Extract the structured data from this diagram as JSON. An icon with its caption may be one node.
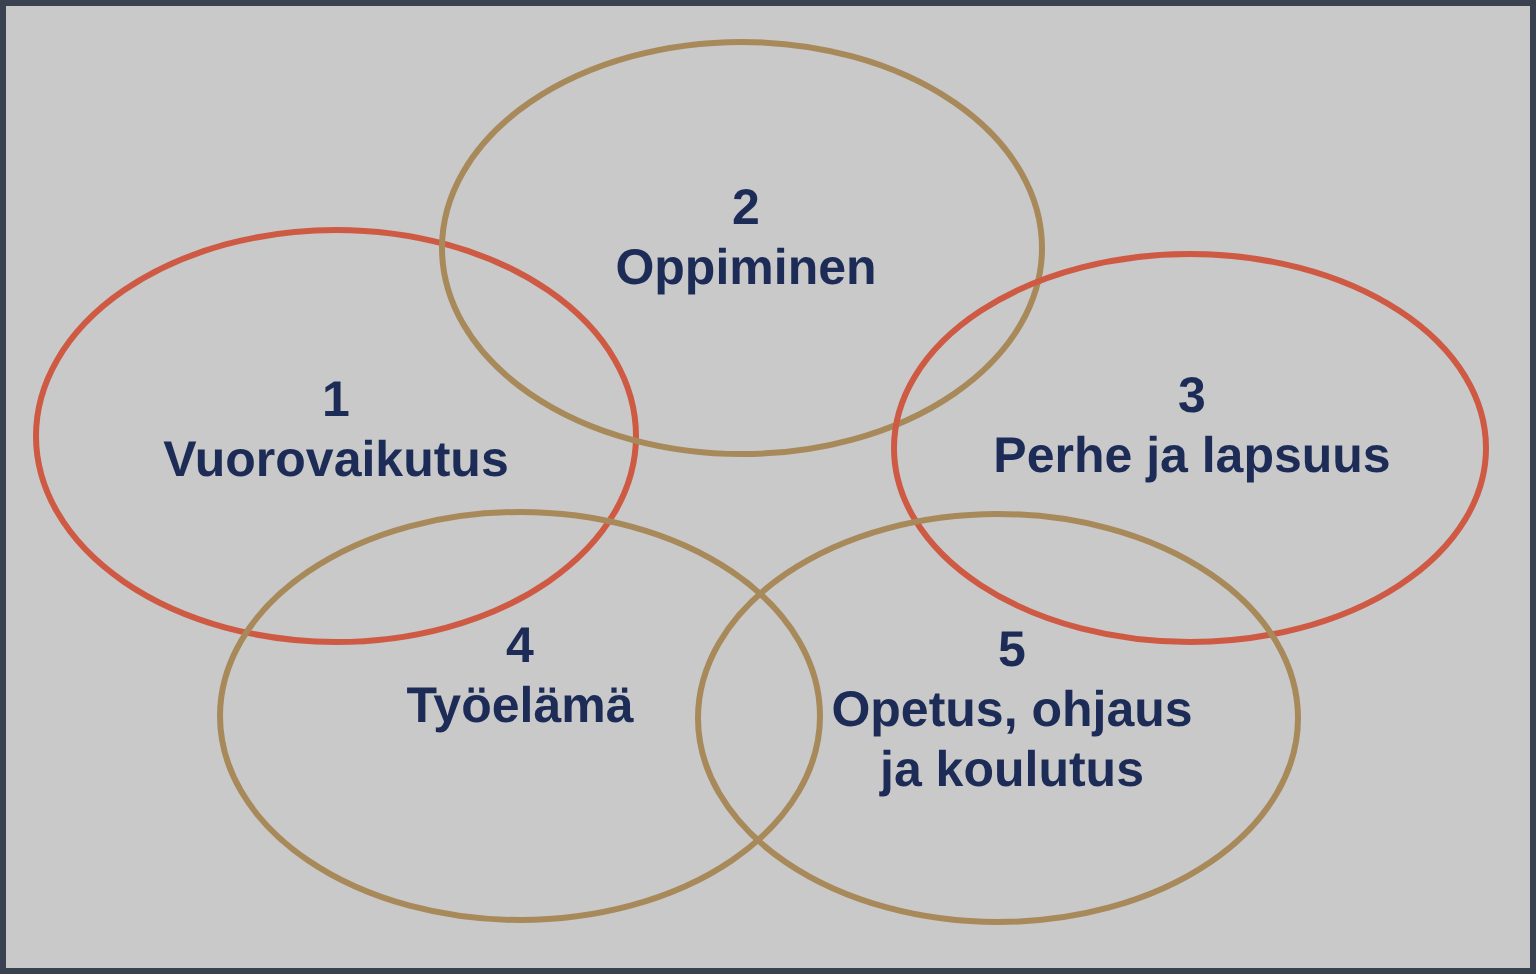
{
  "diagram": {
    "nodes": [
      {
        "text": [
          "1",
          "Vuorovaikutus"
        ]
      },
      {
        "text": [
          "2",
          "Oppiminen"
        ]
      },
      {
        "text": [
          "3",
          "Perhe ja lapsuus"
        ]
      },
      {
        "text": [
          "4",
          "Työelämä"
        ]
      },
      {
        "text": [
          "5",
          "Opetus, ohjaus ja koulutus"
        ]
      }
    ]
  }
}
